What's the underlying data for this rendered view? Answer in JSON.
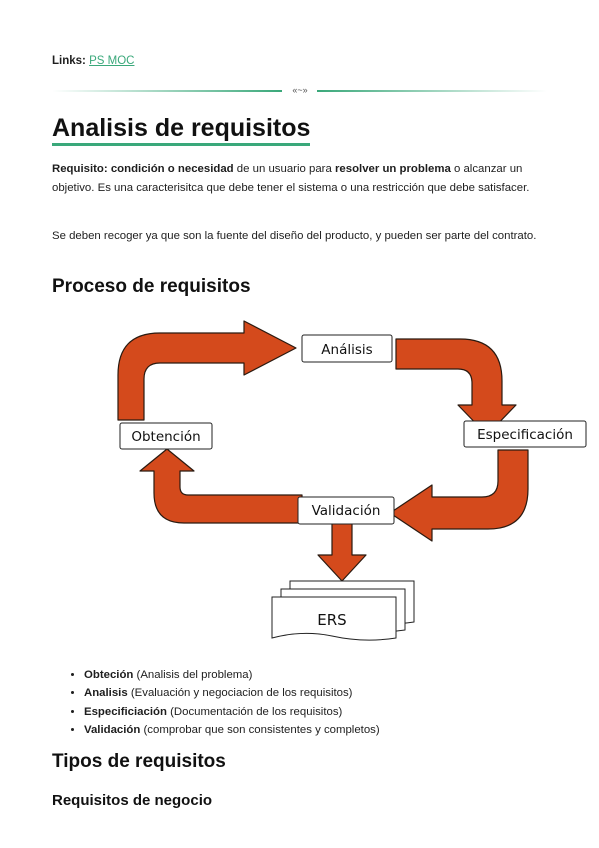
{
  "links": {
    "label": "Links:",
    "link_text": "PS MOC"
  },
  "divider_mark": "«~»",
  "title": "Analisis de requisitos",
  "intro": {
    "bold_term": "Requisito: condición o necesidad",
    "text_a": " de un usuario para ",
    "bold_b": "resolver un problema",
    "text_b": " o alcanzar un objetivo. Es una caracterisitca que debe tener el sistema o una restricción que debe satisfacer."
  },
  "paragraph2": "Se deben recoger ya que son la fuente del diseño del producto, y pueden ser parte del contrato.",
  "section_process": "Proceso de requisitos",
  "diagram": {
    "nodes": {
      "analisis": "Análisis",
      "especificacion": "Especificación",
      "validacion": "Validación",
      "obtencion": "Obtención",
      "ers": "ERS"
    },
    "arrow_color": "#d44a1c"
  },
  "steps": [
    {
      "term": "Obteción",
      "desc": " (Analisis del problema)"
    },
    {
      "term": "Analisis",
      "desc": " (Evaluación y negociacion de los requisitos)"
    },
    {
      "term": "Especificiación",
      "desc": " (Documentación de los requisitos)"
    },
    {
      "term": "Validación",
      "desc": " (comprobar que son consistentes y completos)"
    }
  ],
  "section_types": "Tipos de requisitos",
  "subsection_business": "Requisitos de negocio"
}
